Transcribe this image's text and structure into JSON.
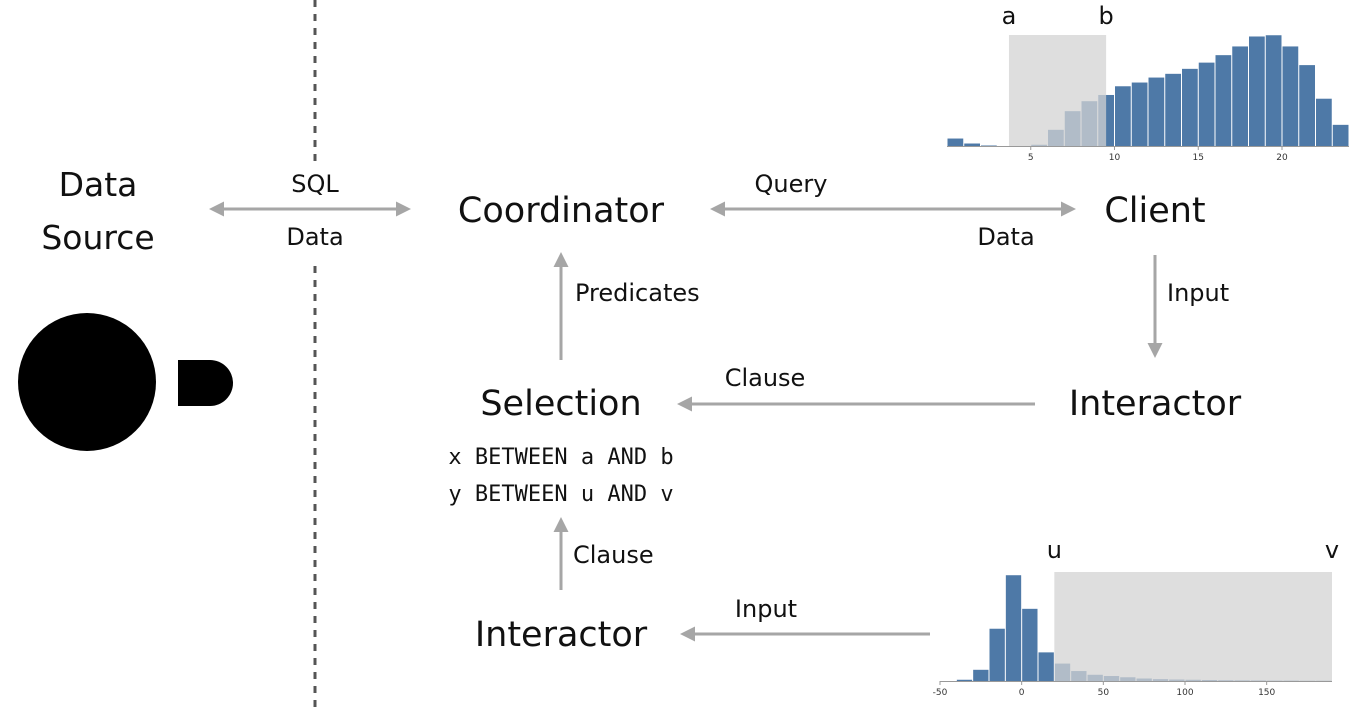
{
  "nodes": {
    "data_source_line1": "Data",
    "data_source_line2": "Source",
    "coordinator": "Coordinator",
    "client": "Client",
    "selection": "Selection",
    "interactor_top": "Interactor",
    "interactor_bottom": "Interactor"
  },
  "edges": {
    "sql": "SQL",
    "data_left": "Data",
    "query": "Query",
    "data_right": "Data",
    "input_right": "Input",
    "predicates": "Predicates",
    "clause_top": "Clause",
    "clause_bottom": "Clause",
    "input_bottom": "Input"
  },
  "selection_clauses": {
    "line1": "x BETWEEN a AND b",
    "line2": "y BETWEEN u AND v"
  },
  "colors": {
    "bar": "#4e79a7",
    "brush": "#d3d3d3",
    "arrow": "#a6a6a6",
    "divider": "#555555"
  },
  "chart_data": [
    {
      "type": "bar",
      "xlim": [
        0,
        24
      ],
      "xticks": [
        "5",
        "10",
        "15",
        "20"
      ],
      "brush": {
        "range": [
          3.7,
          9.5
        ],
        "start_label": "a",
        "end_label": "b"
      },
      "bins": [
        {
          "x0": 0,
          "x1": 1,
          "value": 6
        },
        {
          "x0": 1,
          "x1": 2,
          "value": 2
        },
        {
          "x0": 2,
          "x1": 3,
          "value": 0.4
        },
        {
          "x0": 5,
          "x1": 6,
          "value": 1
        },
        {
          "x0": 6,
          "x1": 7,
          "value": 13
        },
        {
          "x0": 7,
          "x1": 8,
          "value": 28
        },
        {
          "x0": 8,
          "x1": 9,
          "value": 36
        },
        {
          "x0": 9,
          "x1": 10,
          "value": 41
        },
        {
          "x0": 10,
          "x1": 11,
          "value": 48
        },
        {
          "x0": 11,
          "x1": 12,
          "value": 51
        },
        {
          "x0": 12,
          "x1": 13,
          "value": 55
        },
        {
          "x0": 13,
          "x1": 14,
          "value": 58
        },
        {
          "x0": 14,
          "x1": 15,
          "value": 62
        },
        {
          "x0": 15,
          "x1": 16,
          "value": 67
        },
        {
          "x0": 16,
          "x1": 17,
          "value": 73
        },
        {
          "x0": 17,
          "x1": 18,
          "value": 80
        },
        {
          "x0": 18,
          "x1": 19,
          "value": 88
        },
        {
          "x0": 19,
          "x1": 20,
          "value": 89
        },
        {
          "x0": 20,
          "x1": 21,
          "value": 80
        },
        {
          "x0": 21,
          "x1": 22,
          "value": 65
        },
        {
          "x0": 22,
          "x1": 23,
          "value": 38
        },
        {
          "x0": 23,
          "x1": 24,
          "value": 17
        }
      ]
    },
    {
      "type": "bar",
      "xlim": [
        -50,
        190
      ],
      "xticks": [
        "-50",
        "0",
        "50",
        "100",
        "150"
      ],
      "brush": {
        "range": [
          20,
          190
        ],
        "start_label": "u",
        "end_label": "v"
      },
      "bins": [
        {
          "x0": -40,
          "x1": -30,
          "value": 1
        },
        {
          "x0": -30,
          "x1": -20,
          "value": 9
        },
        {
          "x0": -20,
          "x1": -10,
          "value": 42
        },
        {
          "x0": -10,
          "x1": 0,
          "value": 85
        },
        {
          "x0": 0,
          "x1": 10,
          "value": 58
        },
        {
          "x0": 10,
          "x1": 20,
          "value": 23
        },
        {
          "x0": 20,
          "x1": 30,
          "value": 14
        },
        {
          "x0": 30,
          "x1": 40,
          "value": 8
        },
        {
          "x0": 40,
          "x1": 50,
          "value": 5
        },
        {
          "x0": 50,
          "x1": 60,
          "value": 4
        },
        {
          "x0": 60,
          "x1": 70,
          "value": 3
        },
        {
          "x0": 70,
          "x1": 80,
          "value": 2
        },
        {
          "x0": 80,
          "x1": 90,
          "value": 1.5
        },
        {
          "x0": 90,
          "x1": 100,
          "value": 1.2
        },
        {
          "x0": 100,
          "x1": 110,
          "value": 1
        },
        {
          "x0": 110,
          "x1": 120,
          "value": 0.8
        },
        {
          "x0": 120,
          "x1": 130,
          "value": 0.6
        },
        {
          "x0": 130,
          "x1": 140,
          "value": 0.5
        },
        {
          "x0": 140,
          "x1": 150,
          "value": 0.4
        },
        {
          "x0": 150,
          "x1": 160,
          "value": 0.3
        },
        {
          "x0": 160,
          "x1": 170,
          "value": 0.3
        },
        {
          "x0": 170,
          "x1": 180,
          "value": 0.2
        },
        {
          "x0": 180,
          "x1": 190,
          "value": 0.2
        }
      ]
    }
  ]
}
